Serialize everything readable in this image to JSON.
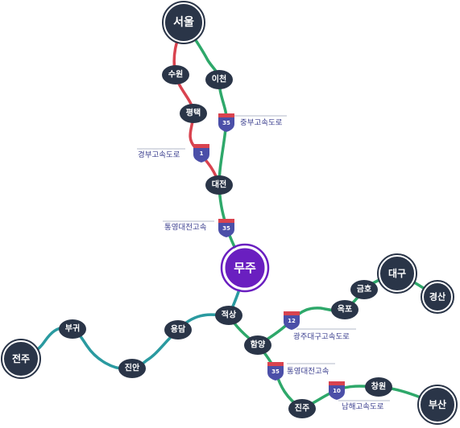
{
  "colors": {
    "node_fill": "#2a3548",
    "route_red": "#d9434f",
    "route_green": "#2ea86a",
    "route_teal": "#2a9aa0",
    "center_fill": "#6a1fc0",
    "shield_top": "#d9434f",
    "shield_body": "#4b4fa8",
    "label_text": "#3b3f8f"
  },
  "cities": {
    "seoul": "서울",
    "suwon": "수원",
    "icheon": "이천",
    "pyeongtaek": "평택",
    "daejeon": "대전",
    "muju": "무주",
    "jeoksang": "적상",
    "hamyang": "함양",
    "jinju": "진주",
    "changwon": "창원",
    "busan": "부산",
    "daegu": "대구",
    "geumho": "금호",
    "okpo": "옥포",
    "gyeongsan": "경산",
    "jeonju": "전주",
    "bugwi": "부귀",
    "jinan": "진안",
    "yongdam": "용담"
  },
  "highways": {
    "jungbu": {
      "number": "35",
      "name": "중부고속도로"
    },
    "gyeongbu": {
      "number": "1",
      "name": "경부고속도로"
    },
    "tongyeong_daejeon_1": {
      "number": "35",
      "name": "통영대전고속"
    },
    "gwangju_daegu": {
      "number": "12",
      "name": "광주대구고속도로"
    },
    "tongyeong_daejeon_2": {
      "number": "35",
      "name": "통영대전고속"
    },
    "namhae": {
      "number": "10",
      "name": "남해고속도로"
    }
  }
}
